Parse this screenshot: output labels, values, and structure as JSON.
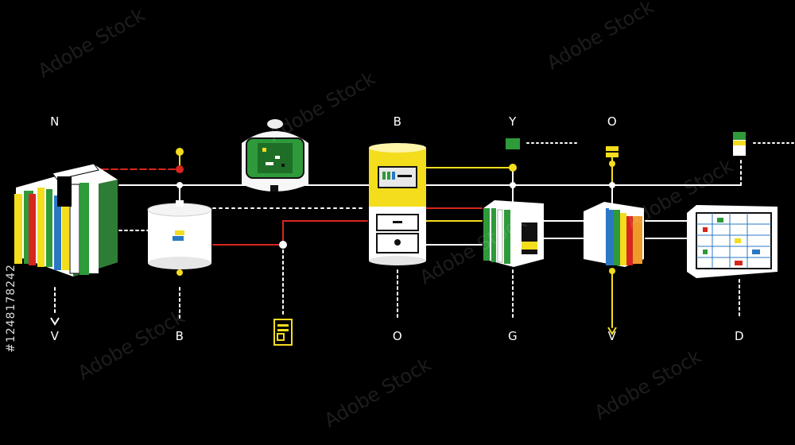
{
  "colors": {
    "background": "#000000",
    "line": "#ffffff",
    "red": "#d7261e",
    "yellow": "#f3dd1c",
    "green": "#2e9a3a",
    "blue": "#2b78c2",
    "orange": "#f09a2a"
  },
  "labels": {
    "top": {
      "n": "N",
      "b": "B",
      "y": "Y",
      "o": "O"
    },
    "bottom": {
      "v1": "V",
      "b": "B",
      "o": "O",
      "g": "G",
      "v2": "V",
      "d": "D"
    }
  },
  "watermark": {
    "text": "Adobe Stock",
    "id": "#1248178242"
  },
  "icons": [
    "books-stack-icon",
    "cylinder-tank-icon",
    "robot-dome-icon",
    "server-tower-icon",
    "book-block-icon",
    "binder-stack-icon",
    "monitor-dashboard-icon",
    "document-icon"
  ]
}
